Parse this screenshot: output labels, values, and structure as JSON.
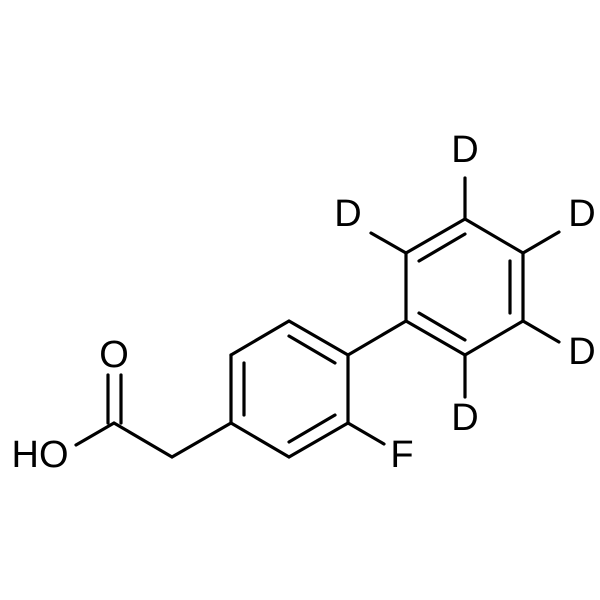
{
  "structure": {
    "atom_labels": {
      "oxygen_carbonyl": "O",
      "hydroxyl": "HO",
      "fluorine": "F",
      "deuterium_1": "D",
      "deuterium_2": "D",
      "deuterium_3": "D",
      "deuterium_4": "D",
      "deuterium_5": "D"
    },
    "colors": {
      "bond": "#000000",
      "label": "#000000",
      "background": "#ffffff"
    }
  }
}
